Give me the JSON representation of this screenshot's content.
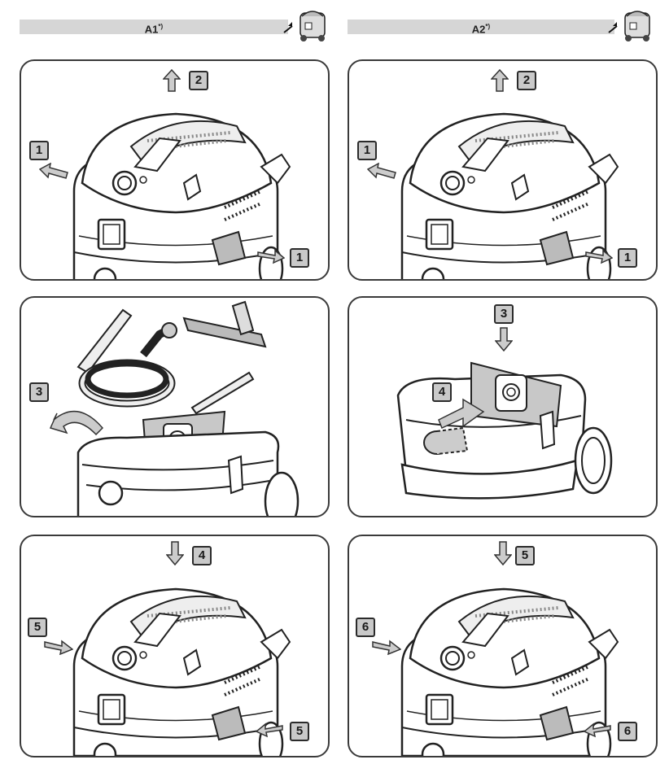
{
  "headers": [
    {
      "label": "A1",
      "sup": "*)"
    },
    {
      "label": "A2",
      "sup": "*)"
    }
  ],
  "panels": [
    {
      "steps": [
        "1",
        "2",
        "1"
      ]
    },
    {
      "steps": [
        "1",
        "2",
        "1"
      ]
    },
    {
      "steps": [
        "3"
      ]
    },
    {
      "steps": [
        "3",
        "4"
      ]
    },
    {
      "steps": [
        "5",
        "4",
        "5"
      ]
    },
    {
      "steps": [
        "6",
        "5",
        "6"
      ]
    }
  ]
}
